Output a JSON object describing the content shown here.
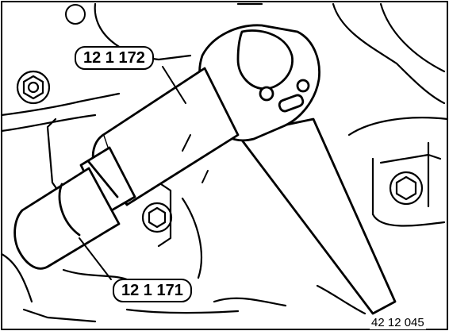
{
  "callouts": {
    "upper_part_number": "12 1 172",
    "lower_part_number": "12 1 171"
  },
  "figure_id": "42 12 045",
  "colors": {
    "ink": "#000000",
    "paper": "#ffffff"
  }
}
